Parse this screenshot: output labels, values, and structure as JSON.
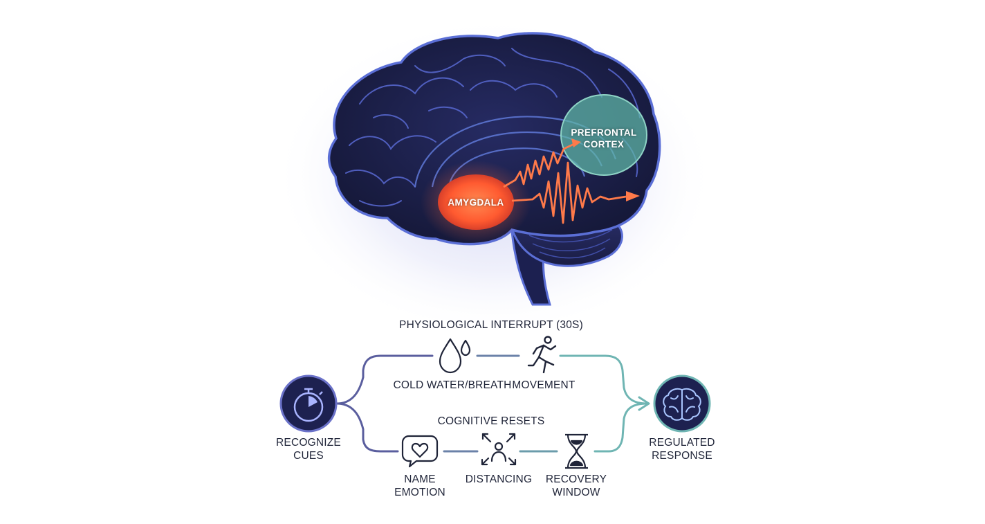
{
  "brain": {
    "amygdala_label": "AMYGDALA",
    "prefrontal_label_line1": "PREFRONTAL",
    "prefrontal_label_line2": "CORTEX"
  },
  "flow": {
    "top_branch_title": "PHYSIOLOGICAL INTERRUPT (30s)",
    "bottom_branch_title": "COGNITIVE RESETS",
    "start": {
      "line1": "RECOGNIZE",
      "line2": "CUES",
      "icon": "stopwatch-icon"
    },
    "end": {
      "line1": "REGULATED",
      "line2": "RESPONSE",
      "icon": "brain-icon"
    },
    "top_steps": [
      {
        "label": "COLD WATER/BREATH",
        "icon": "water-drops-icon"
      },
      {
        "label": "MOVEMENT",
        "icon": "running-person-icon"
      }
    ],
    "bottom_steps": [
      {
        "line1": "NAME",
        "line2": "EMOTION",
        "icon": "heart-speech-bubble-icon"
      },
      {
        "line1": "DISTANCING",
        "line2": "",
        "icon": "person-arrows-icon"
      },
      {
        "line1": "RECOVERY",
        "line2": "WINDOW",
        "icon": "hourglass-icon"
      }
    ]
  },
  "colors": {
    "brain_fill": "#1b1f4a",
    "brain_outline": "#5b6fd6",
    "amygdala": "#ff6a3d",
    "prefrontal": "#5fb8a8",
    "signal": "#ff7a4a",
    "flow_left": "#5a5e9e",
    "flow_right": "#6fb5b3",
    "node_fill": "#1d2150"
  }
}
